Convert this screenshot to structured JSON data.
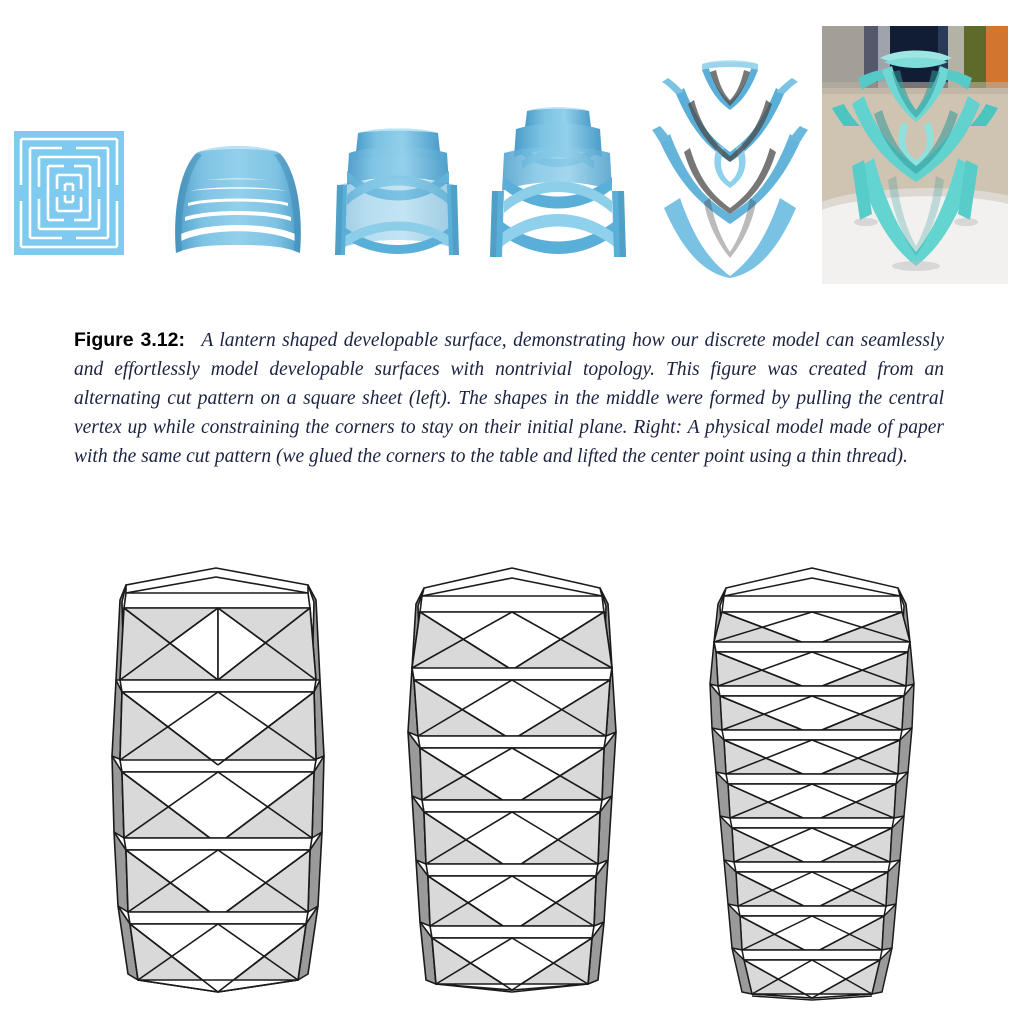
{
  "figure": {
    "label": "Figure 3.12:",
    "caption": "A lantern shaped developable surface, demonstrating how our discrete model can seamlessly and effortlessly model developable surfaces with nontrivial topology. This figure was created from an alternating cut pattern on a square sheet (left). The shapes in the middle were formed by pulling the central vertex up while constraining the corners to stay on their initial plane. Right: A physical model made of paper with the same cut pattern (we glued the corners to the table and lifted the center point using a thin thread)."
  },
  "colors": {
    "sheet_blue": "#7ecbef",
    "cut_white": "#ffffff",
    "model_blue": "#5aafd8",
    "model_blue_dark": "#3f86ad",
    "model_blue_light": "#8fd0ec",
    "paper_cyan": "#66d7d2",
    "paper_cyan_dark": "#3cb6b6",
    "table_white": "#f2f1ef",
    "wall_beige": "#cfc3b2",
    "wall_navy": "#1a2440",
    "wall_olive": "#5d6a2a",
    "wall_orange": "#d2762f",
    "mesh_face_light": "#d9d9d9",
    "mesh_face_dark": "#9a9a9a",
    "mesh_face_white": "#ffffff",
    "mesh_stroke": "#1a1a1a",
    "caption_text": "#1b2340"
  },
  "top_row": {
    "items": [
      {
        "name": "flat-cut-pattern",
        "kind": "flat cut pattern on a square sheet",
        "stage": 0
      },
      {
        "name": "lantern-stage-1",
        "kind": "partially pulled developable surface",
        "stage": 1
      },
      {
        "name": "lantern-stage-2",
        "kind": "partially pulled developable surface",
        "stage": 2
      },
      {
        "name": "lantern-stage-3",
        "kind": "partially pulled developable surface",
        "stage": 3
      },
      {
        "name": "lantern-stage-4",
        "kind": "fully extended lantern surface",
        "stage": 4
      },
      {
        "name": "physical-paper-model-photo",
        "kind": "photograph of physical paper model",
        "stage": 5
      }
    ]
  },
  "bottom_row": {
    "items": [
      {
        "name": "triangulated-lantern-wide",
        "bands": 5,
        "description": "triangulated lantern mesh, fewest and tallest bands"
      },
      {
        "name": "triangulated-lantern-medium",
        "bands": 6,
        "description": "triangulated lantern mesh, medium band count"
      },
      {
        "name": "triangulated-lantern-narrow",
        "bands": 9,
        "description": "triangulated lantern mesh, most and flattest bands"
      }
    ]
  },
  "flat_pattern": {
    "rings": 6,
    "description": "concentric square rings of alternating slits; horizontal slits on one ring, vertical slits on the next"
  }
}
